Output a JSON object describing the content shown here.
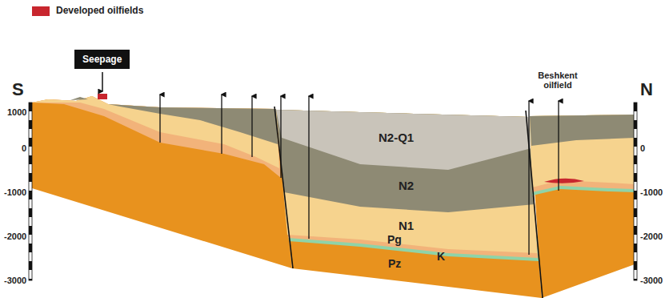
{
  "diagram": {
    "nodes": [
      {
        "text": [
          "Seepage"
        ]
      }
    ],
    "labels": [
      "S",
      "N",
      "Beshkent oilfield",
      "N2-Q1",
      "N2",
      "N1",
      "Pg",
      "K",
      "Pz",
      "1000",
      "0",
      "-1000",
      "-2000",
      "-3000",
      "0",
      "-1000",
      "-2000",
      "-3000"
    ],
    "legend": [
      {
        "text": "Developed oilfields",
        "color": "#c8262e"
      }
    ]
  }
}
